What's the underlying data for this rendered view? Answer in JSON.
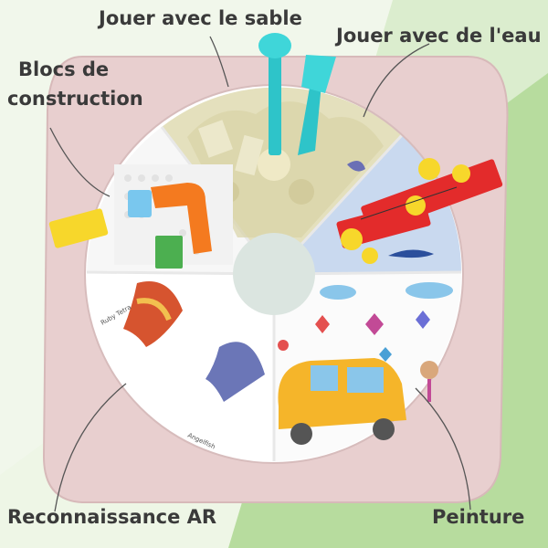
{
  "labels": {
    "sand": "Jouer avec le sable",
    "water": "Jouer avec de l'eau",
    "blocks_line1": "Blocs de",
    "blocks_line2": "construction",
    "ar": "Reconnaissance AR",
    "paint": "Peinture"
  },
  "card_text": {
    "fish1": "Ruby Tetra",
    "fish2": "Angelfish"
  },
  "colors": {
    "background_green": "#b7dc9e",
    "background_light": "#eef6e6",
    "table_pink": "#e8cfcf",
    "sand": "#e4e0bd",
    "water": "#c9d9ef",
    "blocks_white": "#ffffff",
    "lego_red": "#e32b2b",
    "lego_yellow": "#f7d72b",
    "center_circle": "#dbe5e0"
  }
}
